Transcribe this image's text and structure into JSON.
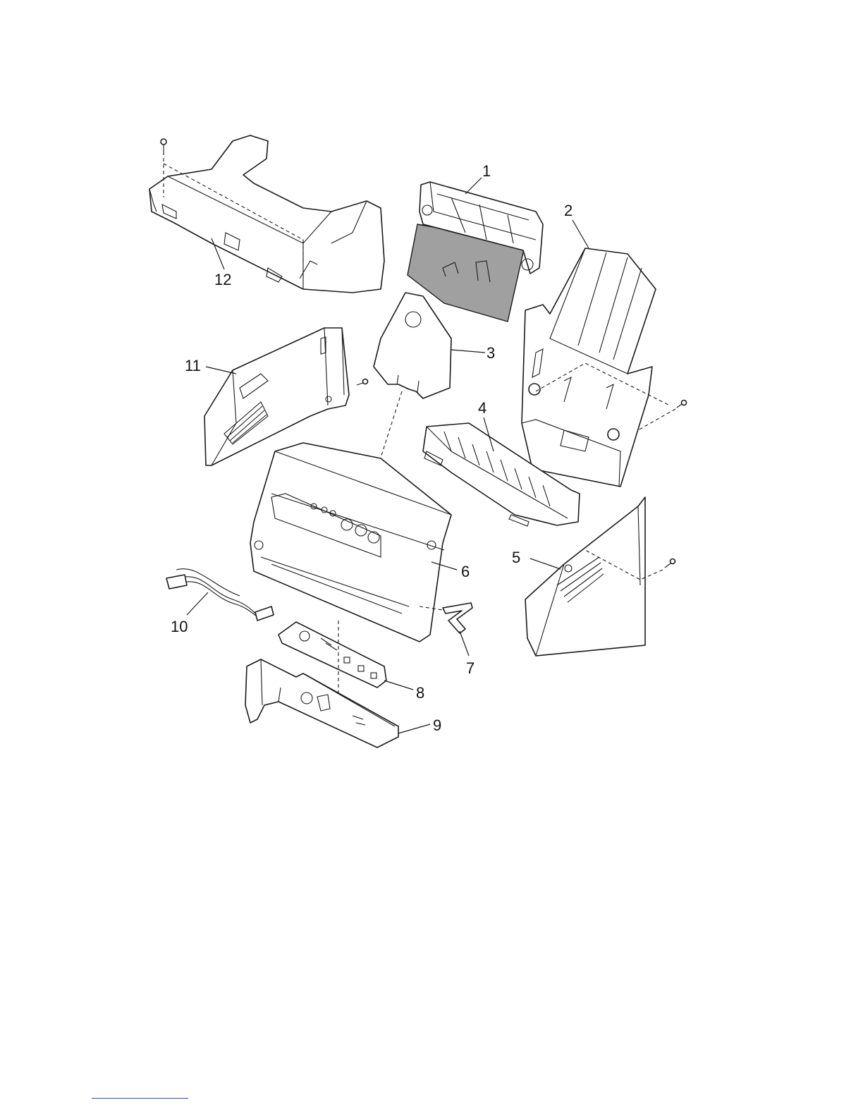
{
  "callouts": [
    {
      "id": "1",
      "text": "1"
    },
    {
      "id": "2",
      "text": "2"
    },
    {
      "id": "3",
      "text": "3"
    },
    {
      "id": "4",
      "text": "4"
    },
    {
      "id": "5",
      "text": "5"
    },
    {
      "id": "6",
      "text": "6"
    },
    {
      "id": "7",
      "text": "7"
    },
    {
      "id": "8",
      "text": "8"
    },
    {
      "id": "9",
      "text": "9"
    },
    {
      "id": "10",
      "text": "10"
    },
    {
      "id": "11",
      "text": "11"
    },
    {
      "id": "12",
      "text": "12"
    }
  ],
  "colors": {
    "line": "#1a1a1a",
    "shade": "#a0a0a0",
    "footer_rule": "#2a3fd0"
  }
}
